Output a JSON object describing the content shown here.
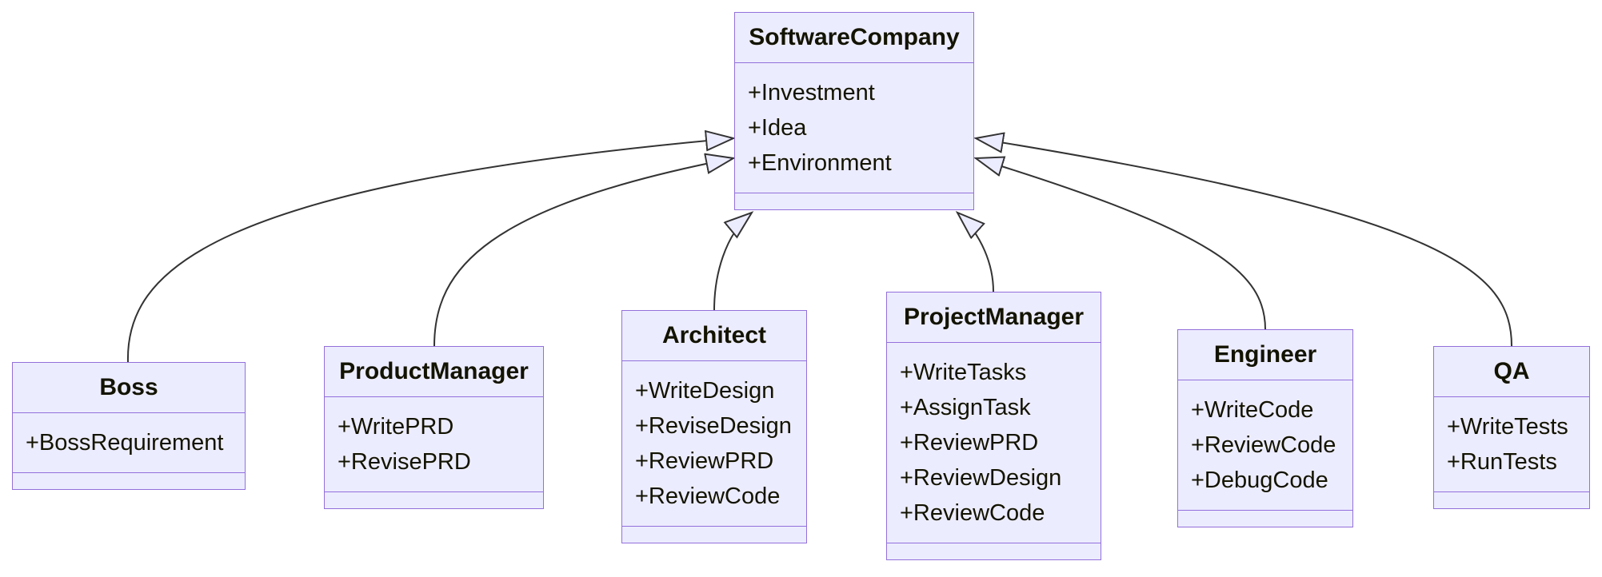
{
  "diagram": {
    "kind": "uml-class-diagram",
    "background": "#ffffff",
    "node_fill": "#ECECFF",
    "node_border": "#9370DB",
    "edge_color": "#333333",
    "text_color": "#131300",
    "arrow_style": "hollow-triangle (inheritance)"
  },
  "classes": [
    {
      "name": "SoftwareCompany",
      "members": [
        "+Investment",
        "+Idea",
        "+Environment"
      ]
    },
    {
      "name": "Boss",
      "members": [
        "+BossRequirement"
      ]
    },
    {
      "name": "ProductManager",
      "members": [
        "+WritePRD",
        "+RevisePRD"
      ]
    },
    {
      "name": "Architect",
      "members": [
        "+WriteDesign",
        "+ReviseDesign",
        "+ReviewPRD",
        "+ReviewCode"
      ]
    },
    {
      "name": "ProjectManager",
      "members": [
        "+WriteTasks",
        "+AssignTask",
        "+ReviewPRD",
        "+ReviewDesign",
        "+ReviewCode"
      ]
    },
    {
      "name": "Engineer",
      "members": [
        "+WriteCode",
        "+ReviewCode",
        "+DebugCode"
      ]
    },
    {
      "name": "QA",
      "members": [
        "+WriteTests",
        "+RunTests"
      ]
    }
  ],
  "relationships": [
    {
      "from": "Boss",
      "to": "SoftwareCompany",
      "type": "inheritance"
    },
    {
      "from": "ProductManager",
      "to": "SoftwareCompany",
      "type": "inheritance"
    },
    {
      "from": "Architect",
      "to": "SoftwareCompany",
      "type": "inheritance"
    },
    {
      "from": "ProjectManager",
      "to": "SoftwareCompany",
      "type": "inheritance"
    },
    {
      "from": "Engineer",
      "to": "SoftwareCompany",
      "type": "inheritance"
    },
    {
      "from": "QA",
      "to": "SoftwareCompany",
      "type": "inheritance"
    }
  ]
}
